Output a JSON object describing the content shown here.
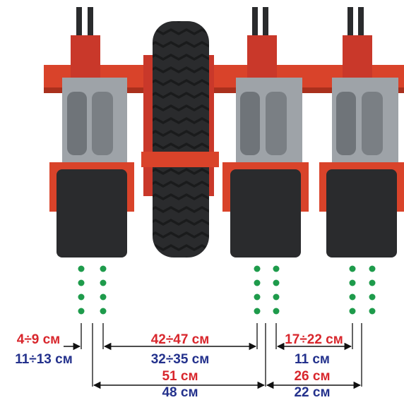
{
  "colors": {
    "frame_red": "#d9432a",
    "frame_dark_red": "#a9301d",
    "tire_black": "#2a2b2d",
    "metal_gray": "#9ea3a8",
    "seed_green": "#1e9b4b",
    "label_red": "#d8262c",
    "label_blue": "#23318c"
  },
  "dimensions": {
    "in_row_small_red": "4÷9 см",
    "in_row_small_blue": "11÷13 см",
    "wheel_gap_red": "42÷47 см",
    "wheel_gap_blue": "32÷35 см",
    "row_wide_red": "51 см",
    "row_wide_blue": "48 см",
    "in_row_right_red": "17÷22 см",
    "in_row_right_blue": "11 см",
    "row_right_red": "26 см",
    "row_right_blue": "22 см"
  }
}
